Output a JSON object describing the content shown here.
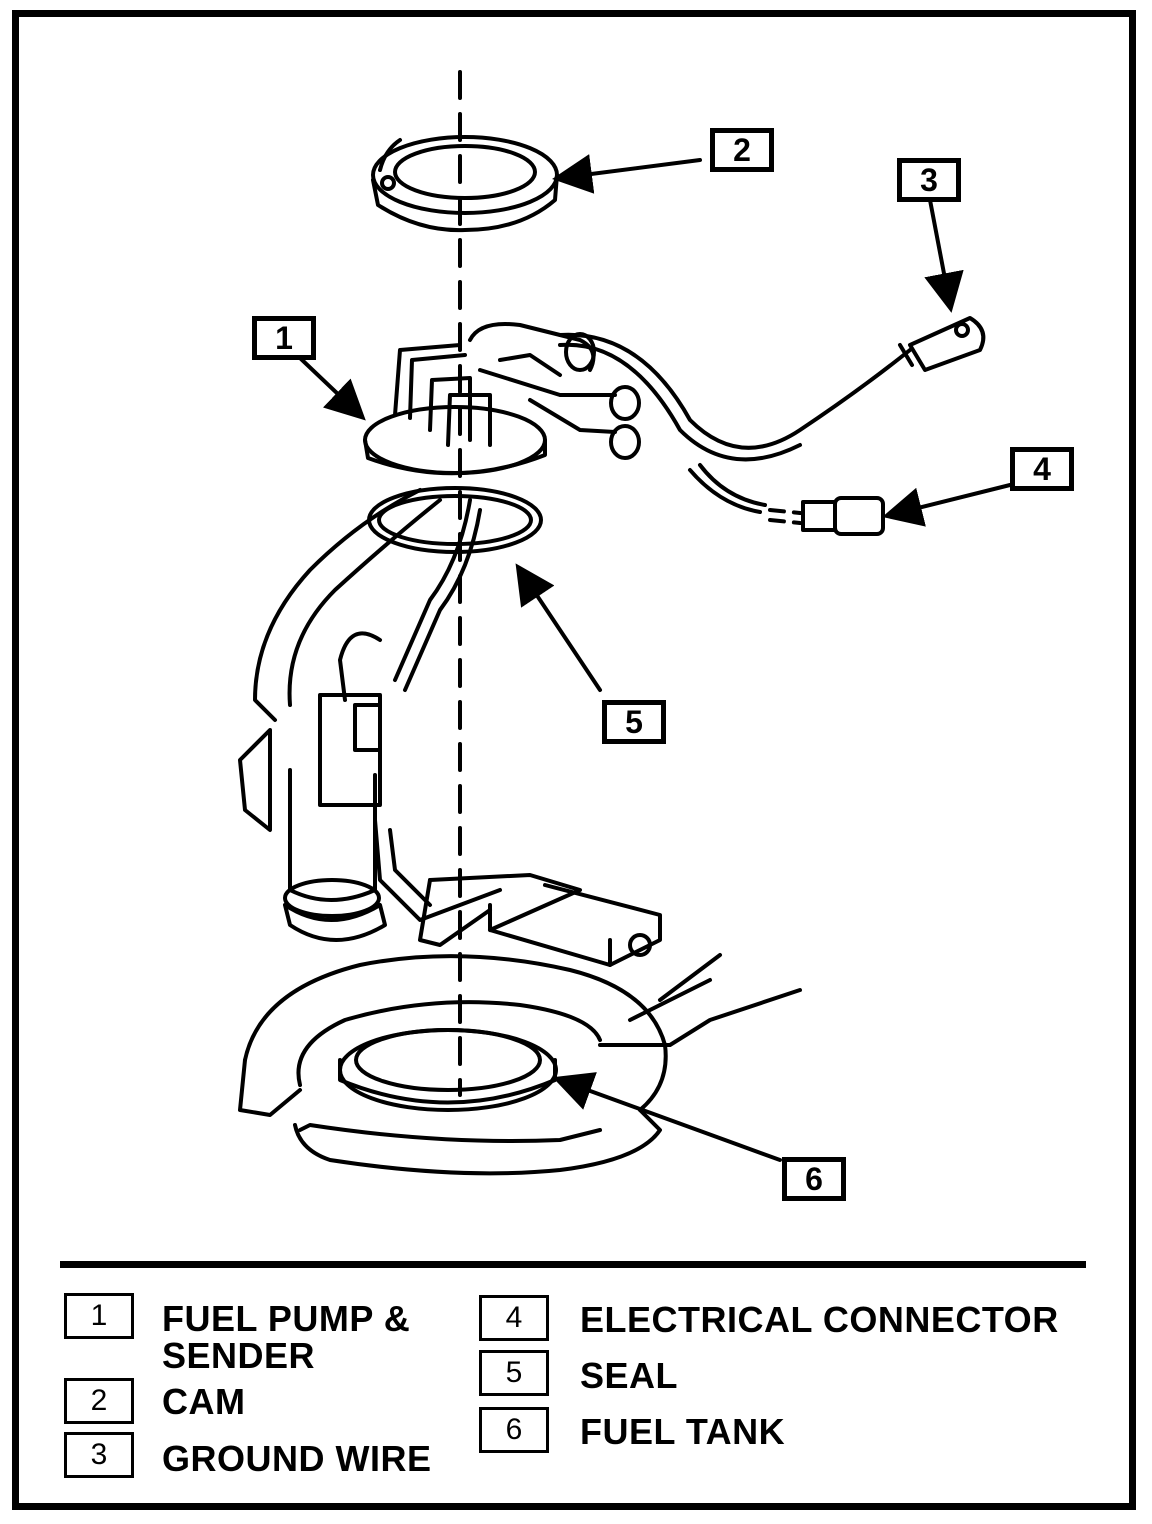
{
  "callouts": [
    "1",
    "2",
    "3",
    "4",
    "5",
    "6"
  ],
  "legend": [
    {
      "num": "1",
      "text": "FUEL PUMP &",
      "text2": "SENDER"
    },
    {
      "num": "2",
      "text": "CAM"
    },
    {
      "num": "3",
      "text": "GROUND WIRE"
    },
    {
      "num": "4",
      "text": "ELECTRICAL CONNECTOR"
    },
    {
      "num": "5",
      "text": "SEAL"
    },
    {
      "num": "6",
      "text": "FUEL TANK"
    }
  ],
  "colors": {
    "ink": "#000000",
    "paper": "#ffffff"
  }
}
